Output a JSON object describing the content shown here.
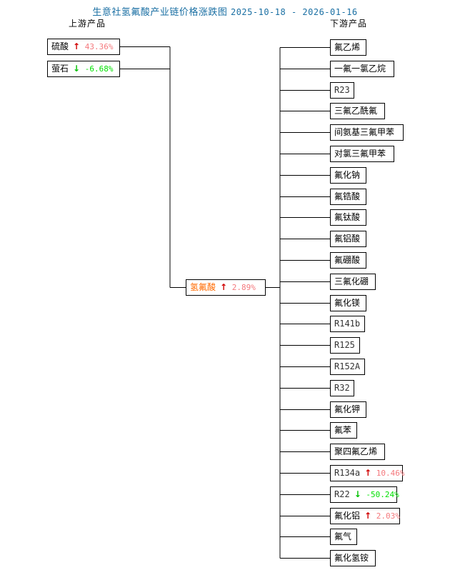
{
  "title": {
    "text": "生意社氢氟酸产业链价格涨跌图",
    "date_range": "2025-10-18 - 2026-01-16",
    "color": "#1a6fa3"
  },
  "headers": {
    "upstream": "上游产品",
    "downstream": "下游产品"
  },
  "colors": {
    "up_arrow": "#d00000",
    "up_value": "#f4797d",
    "down_arrow": "#00c000",
    "down_value": "#00e000",
    "center_name": "#ff6a00",
    "line": "#000000",
    "title": "#1a6fa3"
  },
  "icons": {
    "up_arrow": "↑",
    "down_arrow": "↓"
  },
  "center": {
    "name": "氢氟酸",
    "arrow": "↑",
    "value": "2.89%",
    "direction": "up",
    "script": "cn"
  },
  "upstream": [
    {
      "name": "硫酸",
      "arrow": "↑",
      "value": "43.36%",
      "direction": "up",
      "script": "cn"
    },
    {
      "name": "萤石",
      "arrow": "↓",
      "value": "-6.68%",
      "direction": "down",
      "script": "cn"
    }
  ],
  "downstream": [
    {
      "name": "氟乙烯",
      "arrow": "",
      "value": "",
      "direction": "none",
      "script": "cn"
    },
    {
      "name": "一氟一氯乙烷",
      "arrow": "",
      "value": "",
      "direction": "none",
      "script": "cn"
    },
    {
      "name": "R23",
      "arrow": "",
      "value": "",
      "direction": "none",
      "script": "latin"
    },
    {
      "name": "三氟乙酰氟",
      "arrow": "",
      "value": "",
      "direction": "none",
      "script": "cn"
    },
    {
      "name": "间氨基三氟甲苯",
      "arrow": "",
      "value": "",
      "direction": "none",
      "script": "cn"
    },
    {
      "name": "对氯三氟甲苯",
      "arrow": "",
      "value": "",
      "direction": "none",
      "script": "cn"
    },
    {
      "name": "氟化钠",
      "arrow": "",
      "value": "",
      "direction": "none",
      "script": "cn"
    },
    {
      "name": "氟锆酸",
      "arrow": "",
      "value": "",
      "direction": "none",
      "script": "cn"
    },
    {
      "name": "氟钛酸",
      "arrow": "",
      "value": "",
      "direction": "none",
      "script": "cn"
    },
    {
      "name": "氟铝酸",
      "arrow": "",
      "value": "",
      "direction": "none",
      "script": "cn"
    },
    {
      "name": "氟硼酸",
      "arrow": "",
      "value": "",
      "direction": "none",
      "script": "cn"
    },
    {
      "name": "三氟化硼",
      "arrow": "",
      "value": "",
      "direction": "none",
      "script": "cn"
    },
    {
      "name": "氟化镁",
      "arrow": "",
      "value": "",
      "direction": "none",
      "script": "cn"
    },
    {
      "name": "R141b",
      "arrow": "",
      "value": "",
      "direction": "none",
      "script": "latin"
    },
    {
      "name": "R125",
      "arrow": "",
      "value": "",
      "direction": "none",
      "script": "latin"
    },
    {
      "name": "R152A",
      "arrow": "",
      "value": "",
      "direction": "none",
      "script": "latin"
    },
    {
      "name": "R32",
      "arrow": "",
      "value": "",
      "direction": "none",
      "script": "latin"
    },
    {
      "name": "氟化钾",
      "arrow": "",
      "value": "",
      "direction": "none",
      "script": "cn"
    },
    {
      "name": "氟苯",
      "arrow": "",
      "value": "",
      "direction": "none",
      "script": "cn"
    },
    {
      "name": "聚四氟乙烯",
      "arrow": "",
      "value": "",
      "direction": "none",
      "script": "cn"
    },
    {
      "name": "R134a",
      "arrow": "↑",
      "value": "10.46%",
      "direction": "up",
      "script": "latin"
    },
    {
      "name": "R22",
      "arrow": "↓",
      "value": "-50.24%",
      "direction": "down",
      "script": "latin"
    },
    {
      "name": "氟化铝",
      "arrow": "↑",
      "value": "2.03%",
      "direction": "up",
      "script": "cn"
    },
    {
      "name": "氟气",
      "arrow": "",
      "value": "",
      "direction": "none",
      "script": "cn"
    },
    {
      "name": "氟化氢铵",
      "arrow": "",
      "value": "",
      "direction": "none",
      "script": "cn"
    }
  ]
}
